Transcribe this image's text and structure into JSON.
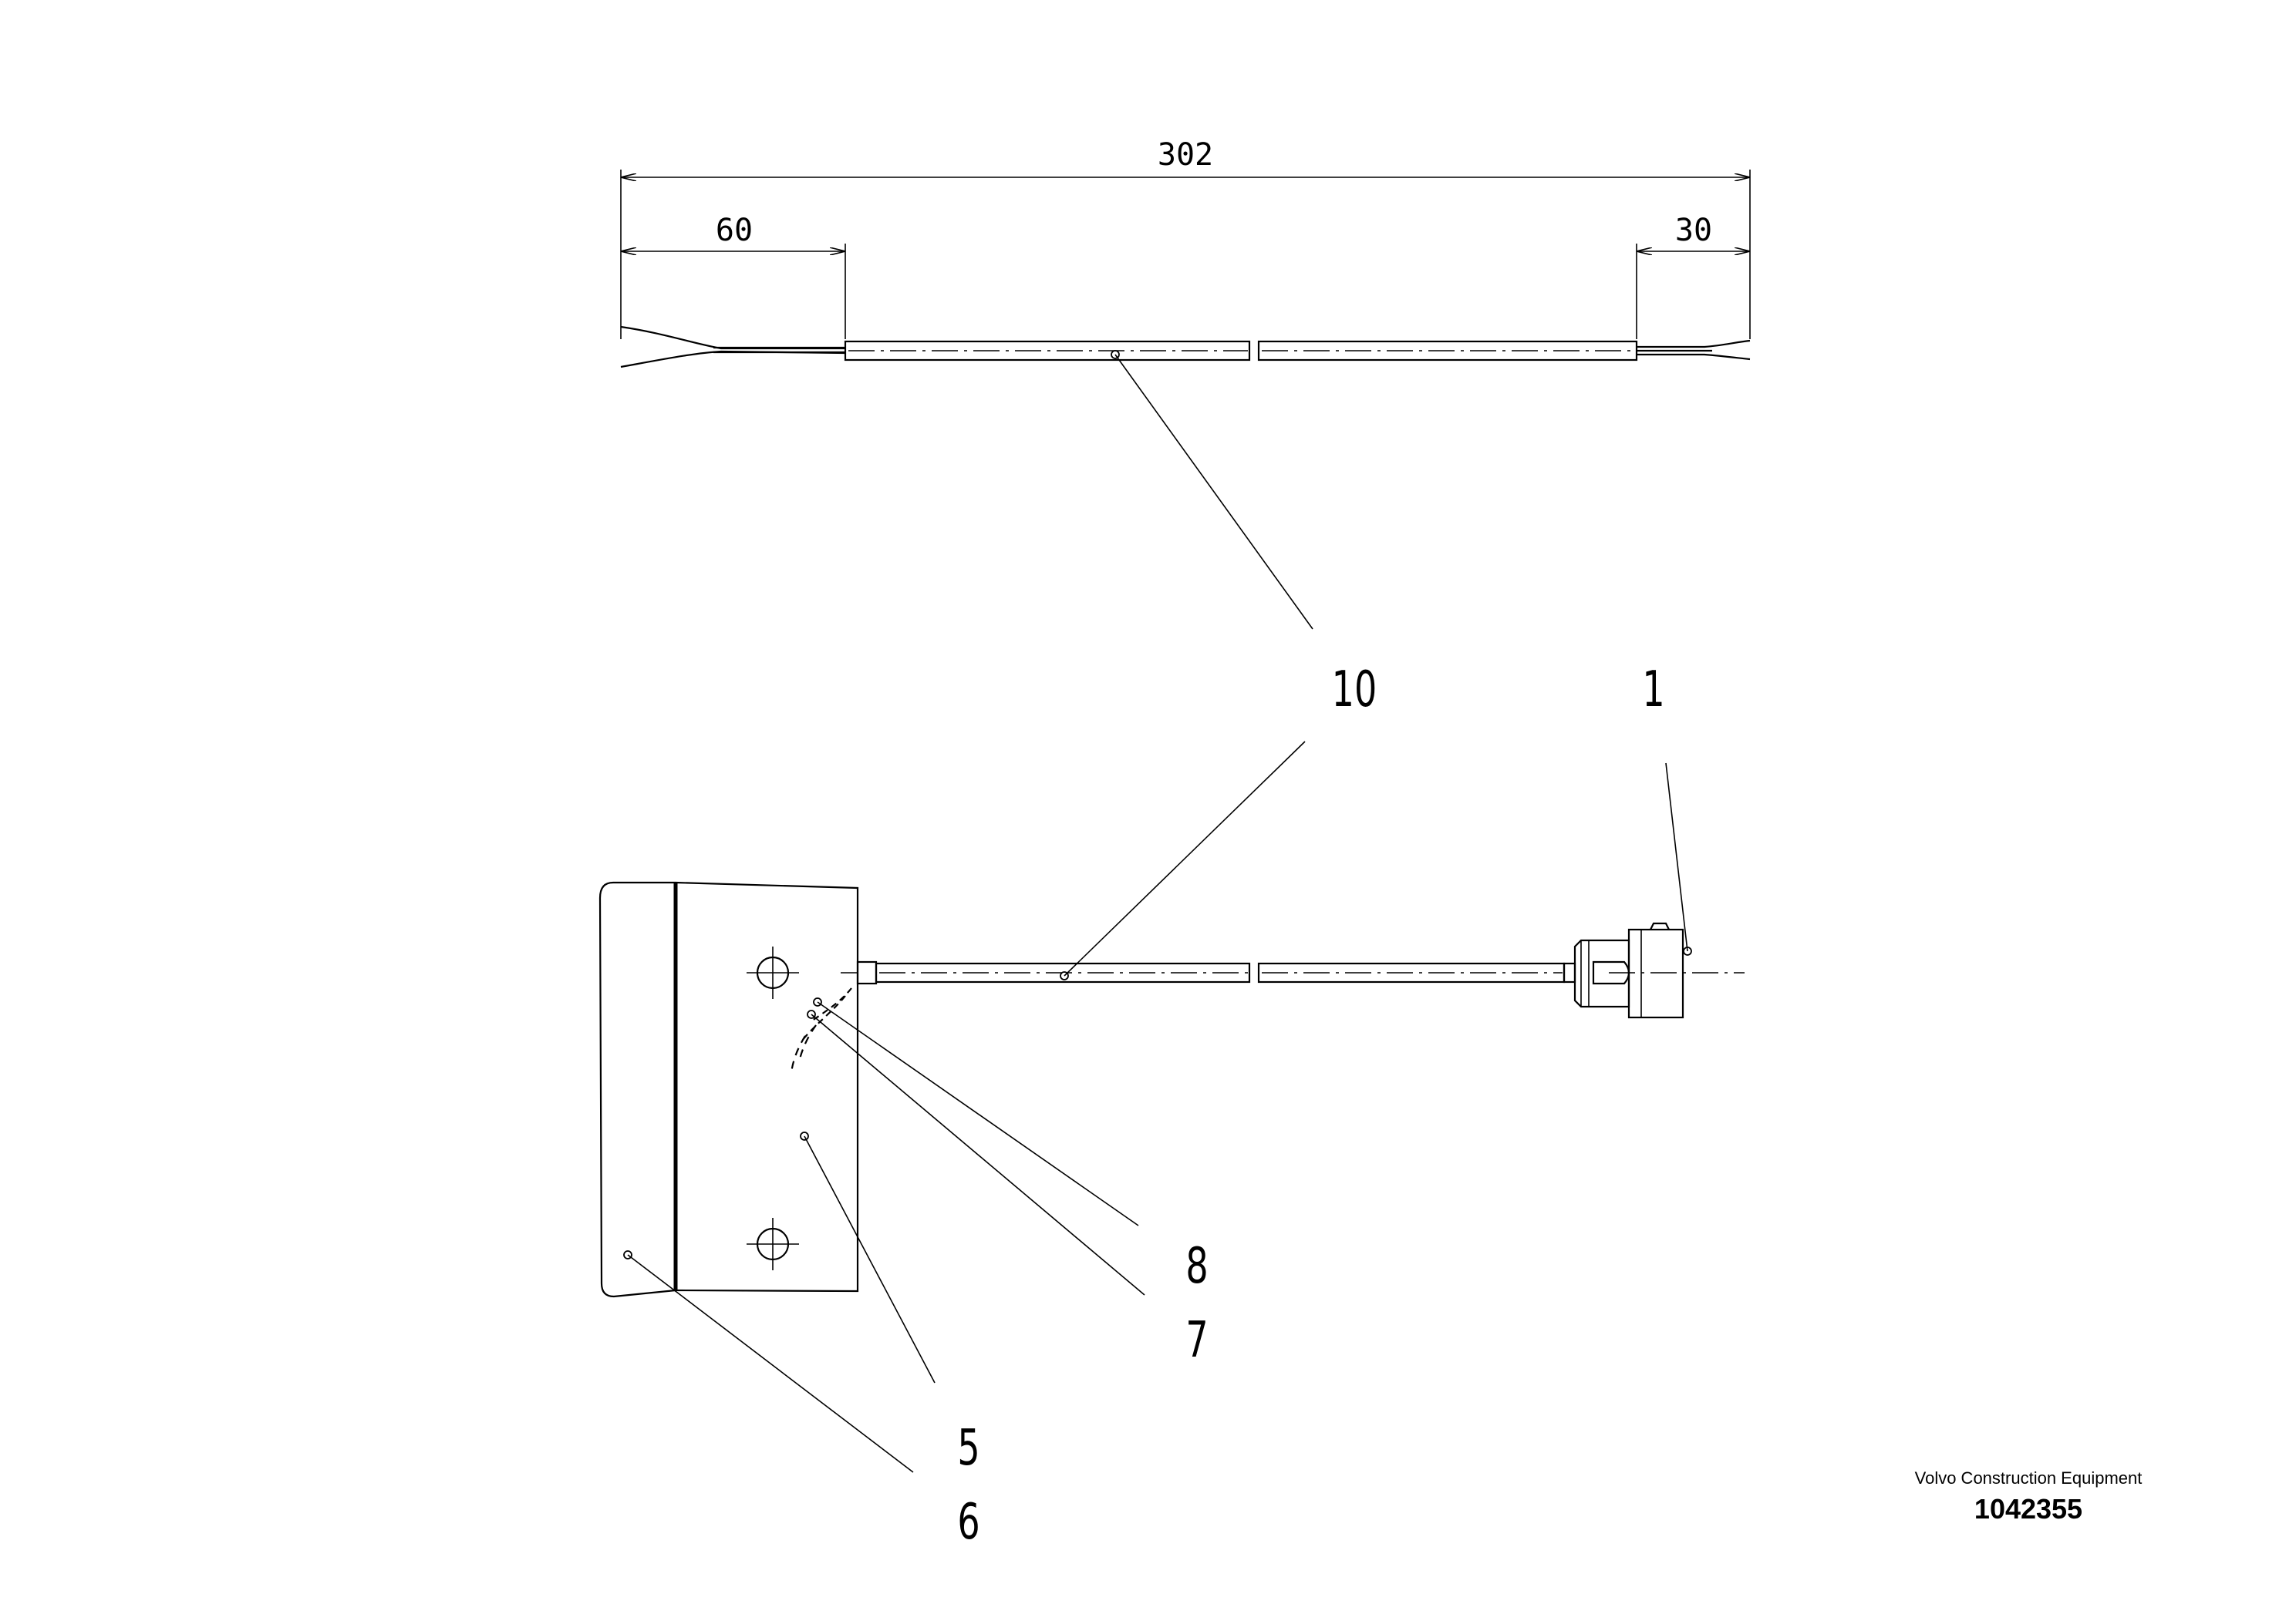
{
  "dimensions": {
    "overall": "302",
    "left_strip": "60",
    "right_strip": "30"
  },
  "callouts": {
    "item_10": "10",
    "item_1": "1",
    "item_8": "8",
    "item_7": "7",
    "item_5": "5",
    "item_6": "6"
  },
  "brand": {
    "name": "Volvo Construction Equipment",
    "part_number": "1042355"
  }
}
